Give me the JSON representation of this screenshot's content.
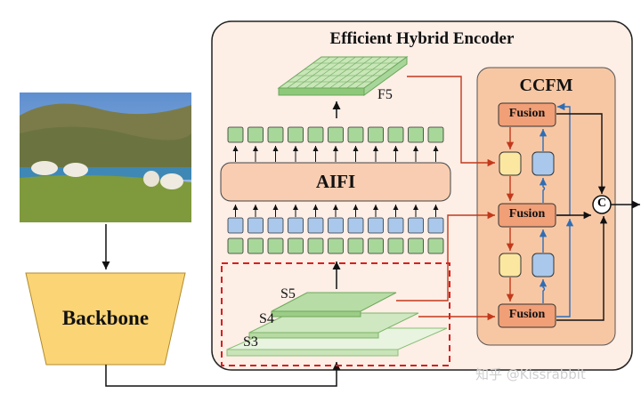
{
  "encoder": {
    "title": "Efficient Hybrid Encoder"
  },
  "aifi": {
    "label": "AIFI"
  },
  "ccfm": {
    "title": "CCFM"
  },
  "backbone": {
    "label": "Backbone"
  },
  "features": {
    "f5": "F5",
    "s5": "S5",
    "s4": "S4",
    "s3": "S3"
  },
  "fusion": {
    "top": "Fusion",
    "mid": "Fusion",
    "bot": "Fusion"
  },
  "concat": {
    "symbol": "C"
  },
  "photo": {
    "subject": "sheep-on-hillside-photo"
  },
  "watermark": {
    "text": "知乎 @Kissrabbit"
  },
  "colors": {
    "encoder_bg": "#fdeee6",
    "ccfm_bg": "#f7c7a4",
    "aifi_fill": "#f8cdb1",
    "token_green": "#a8d79a",
    "token_blue": "#a9c8ec",
    "token_yellow": "#fbe7a0",
    "red_arrow": "#c2391b",
    "blue_arrow": "#2f6db5",
    "dash_red": "#d81f1f"
  }
}
